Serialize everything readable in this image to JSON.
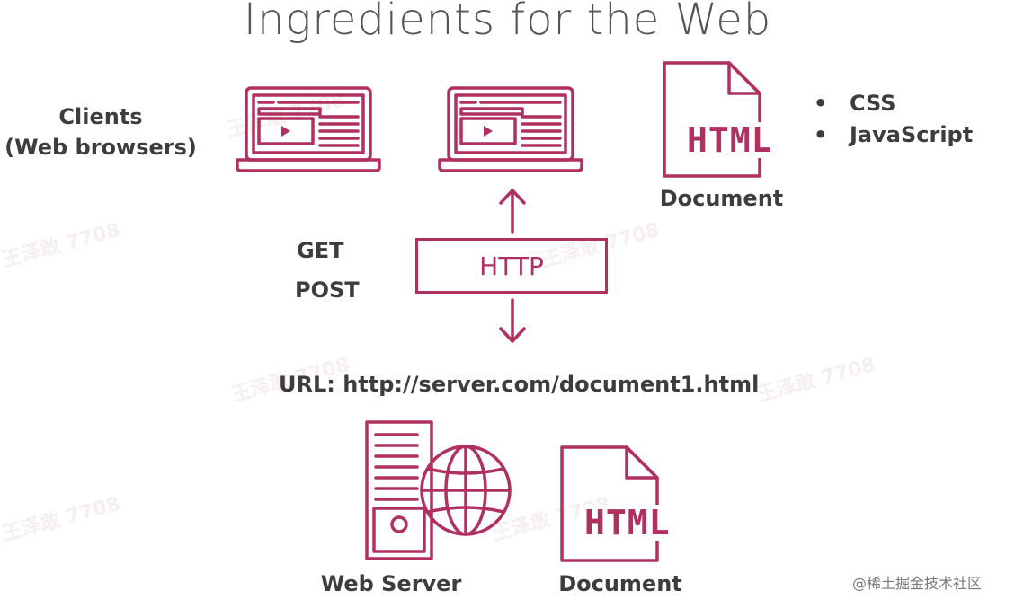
{
  "title": "Ingredients for the Web",
  "clients_label_line1": "Clients",
  "clients_label_line2": "(Web browsers)",
  "html_text": "HTML",
  "top_document_label": "Document",
  "bullets": [
    "CSS",
    "JavaScript"
  ],
  "methods": [
    "GET",
    "POST"
  ],
  "http_label": "HTTP",
  "url_label": "URL: http://server.com/document1.html",
  "web_server_label": "Web Server",
  "bottom_document_label": "Document",
  "credit": "@稀土掘金技术社区",
  "watermarks": [
    "王泽敢 7708",
    "王泽敢 7708",
    "王泽敢 7708",
    "王泽敢 7708",
    "王泽敢 7708",
    "王泽敢 7708",
    "王泽敢 7708"
  ],
  "colors": {
    "accent": "#b03060",
    "fill_light": "#f2d6df",
    "text": "#3d3d3d"
  }
}
